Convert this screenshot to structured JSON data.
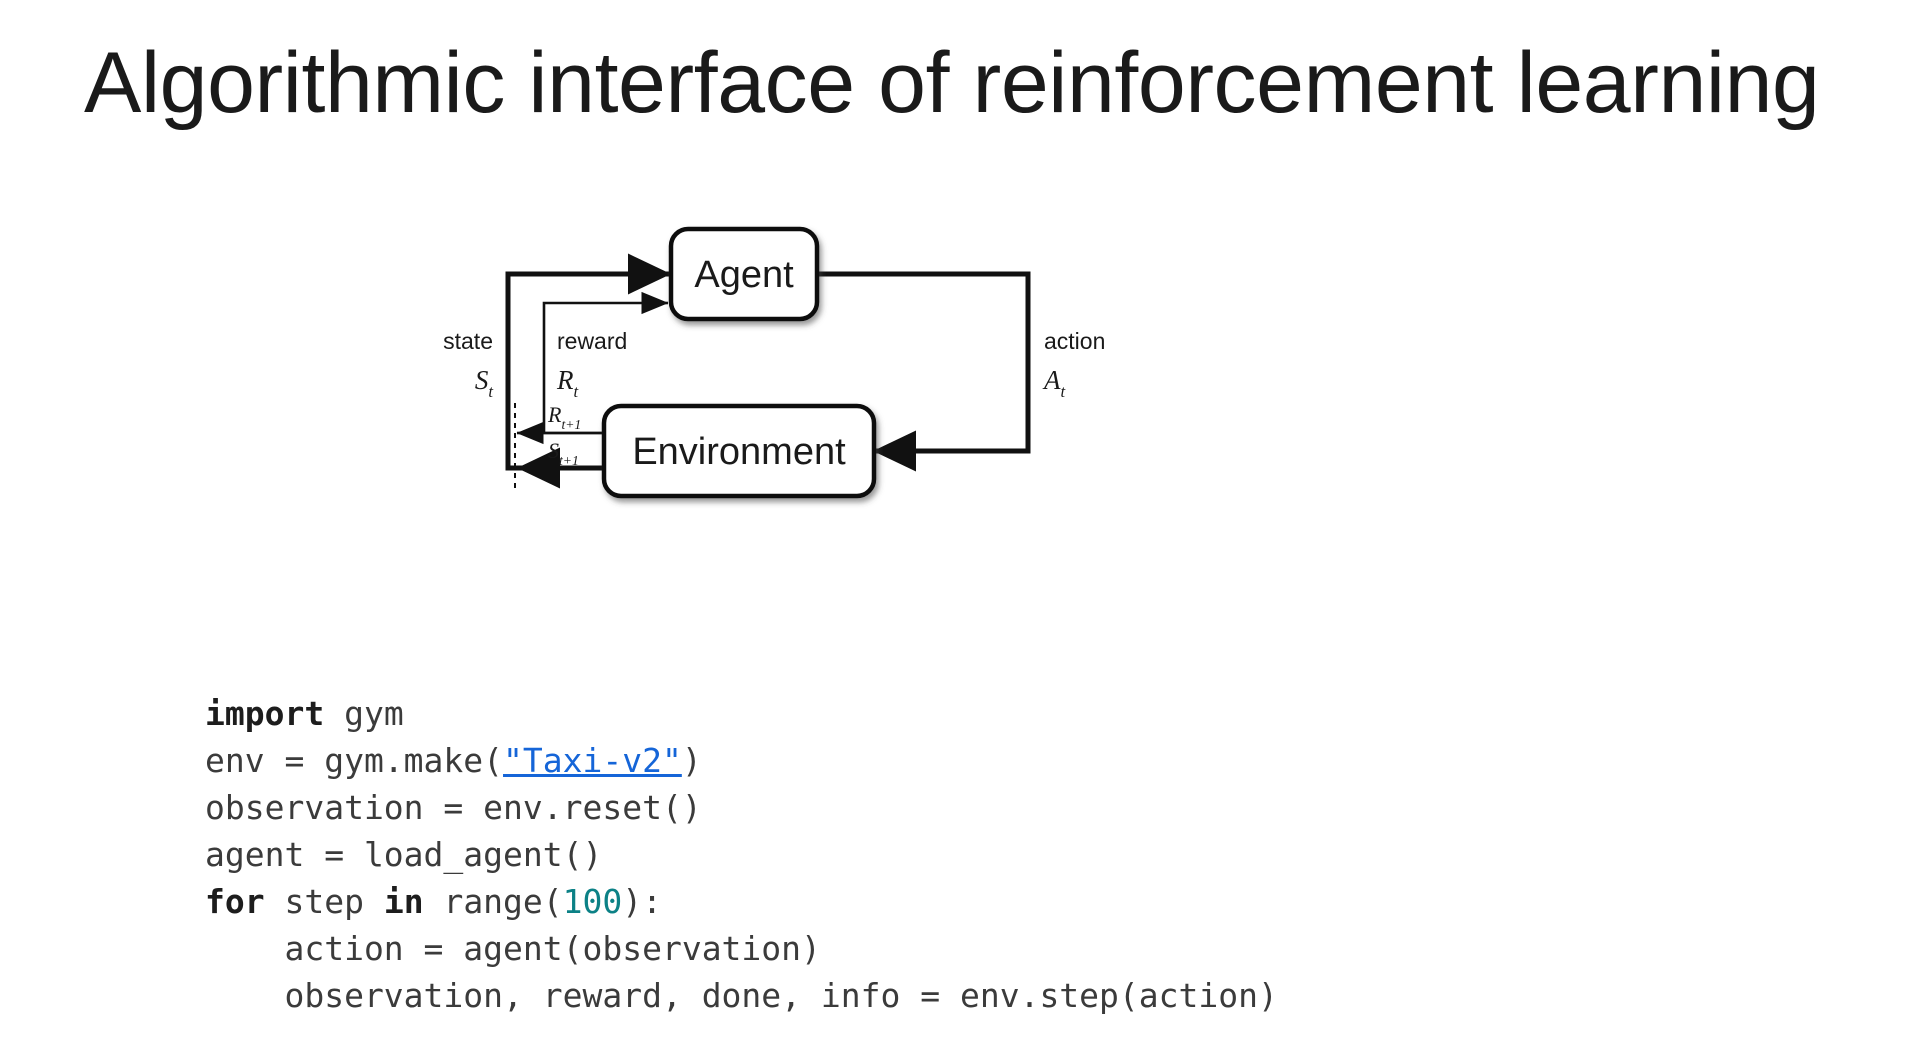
{
  "slide": {
    "title": "Algorithmic interface of reinforcement learning",
    "background_color": "#ffffff",
    "text_color": "#1a1a1a"
  },
  "diagram": {
    "name": "agent-environment-interaction-loop",
    "nodes": [
      {
        "id": "agent",
        "label": "Agent"
      },
      {
        "id": "environment",
        "label": "Environment"
      }
    ],
    "edges": [
      {
        "id": "state",
        "label": "state",
        "symbol": "S",
        "symbol_sub": "t"
      },
      {
        "id": "reward",
        "label": "reward",
        "symbol": "R",
        "symbol_sub": "t"
      },
      {
        "id": "action",
        "label": "action",
        "symbol": "A",
        "symbol_sub": "t"
      },
      {
        "id": "next-reward",
        "label": "",
        "symbol": "R",
        "symbol_sub": "t+1"
      },
      {
        "id": "next-state",
        "label": "",
        "symbol": "S",
        "symbol_sub": "t+1"
      }
    ],
    "stroke_color": "#111111"
  },
  "code": {
    "language": "python",
    "link_color": "#1565d8",
    "number_color": "#0c8186",
    "keyword_color": "#1d1d1d",
    "text_color": "#3b3b3b",
    "lines": [
      {
        "parts": [
          {
            "t": "import",
            "s": "kw"
          },
          {
            "t": " gym",
            "s": ""
          }
        ]
      },
      {
        "parts": [
          {
            "t": "env = gym.make(",
            "s": ""
          },
          {
            "t": "\"Taxi-v2\"",
            "s": "lnk"
          },
          {
            "t": ")",
            "s": ""
          }
        ]
      },
      {
        "parts": [
          {
            "t": "observation = env.reset()",
            "s": ""
          }
        ]
      },
      {
        "parts": [
          {
            "t": "agent = load_agent()",
            "s": ""
          }
        ]
      },
      {
        "parts": [
          {
            "t": "for",
            "s": "kw"
          },
          {
            "t": " step ",
            "s": ""
          },
          {
            "t": "in",
            "s": "kw"
          },
          {
            "t": " range(",
            "s": ""
          },
          {
            "t": "100",
            "s": "num"
          },
          {
            "t": "):",
            "s": ""
          }
        ]
      },
      {
        "parts": [
          {
            "t": "    action = agent(observation)",
            "s": ""
          }
        ]
      },
      {
        "parts": [
          {
            "t": "    observation, reward, done, info = env.step(action)",
            "s": ""
          }
        ]
      }
    ]
  }
}
